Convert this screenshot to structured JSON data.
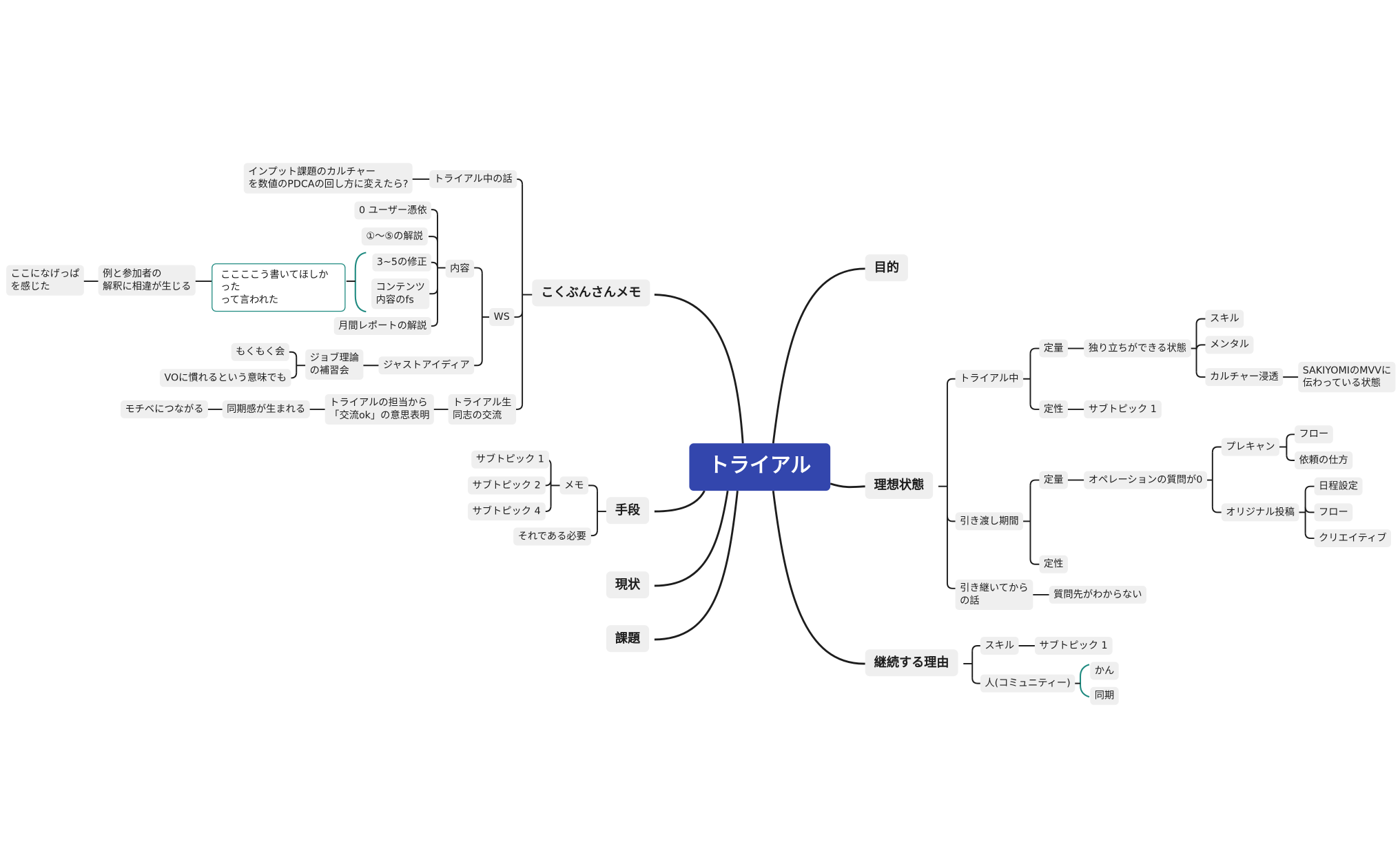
{
  "root": "トライアル",
  "left": {
    "kokubun": {
      "label": "こくぶんさんメモ",
      "trial_talk": {
        "label": "トライアル中の話",
        "child": "インプット課題のカルチャー\nを数値のPDCAの回し方に変えたら?"
      },
      "ws": {
        "label": "WS",
        "content": {
          "label": "内容",
          "items": [
            "0 ユーザー憑依",
            "①〜⑤の解説",
            "3~5の修正",
            "コンテンツ\n内容のfs",
            "月間レポートの解説"
          ],
          "boundary_note": "ここここう書いてほしかった\nって言われた",
          "note_child": "例と参加者の\n解釈に相違が生じる",
          "note_grandchild": "ここになげっぱ\nを感じた"
        },
        "just_idea": {
          "label": "ジャストアイディア",
          "child": "ジョブ理論\nの補習会",
          "grandchildren": [
            "もくもく会",
            "VOに慣れるという意味でも"
          ]
        }
      },
      "exchange": {
        "label": "トライアル生\n同志の交流",
        "child": "トライアルの担当から\n「交流ok」の意思表明",
        "grandchild": "同期感が生まれる",
        "great_grandchild": "モチベにつながる"
      }
    },
    "shudan": {
      "label": "手段",
      "memo": {
        "label": "メモ",
        "items": [
          "サブトピック 1",
          "サブトピック 2",
          "サブトピック 4"
        ]
      },
      "need": "それである必要"
    },
    "genjo": "現状",
    "kadai": "課題"
  },
  "right": {
    "mokuteki": "目的",
    "riso": {
      "label": "理想状態",
      "trial_naka": {
        "label": "トライアル中",
        "teiryo": {
          "label": "定量",
          "child": "独り立ちができる状態",
          "items": [
            "スキル",
            "メンタル",
            "カルチャー浸透"
          ],
          "culture_child": "SAKIYOMIのMVVに\n伝わっている状態"
        },
        "teisei": {
          "label": "定性",
          "child": "サブトピック 1"
        }
      },
      "hikiwatashi": {
        "label": "引き渡し期間",
        "teiryo": {
          "label": "定量",
          "child": "オペレーションの質問が0",
          "precan": {
            "label": "プレキャン",
            "items": [
              "フロー",
              "依頼の仕方"
            ]
          },
          "original": {
            "label": "オリジナル投稿",
            "items": [
              "日程設定",
              "フロー",
              "クリエイティブ"
            ]
          }
        },
        "teisei": "定性"
      },
      "after": {
        "label": "引き継いてから\nの話",
        "child": "質問先がわからない"
      }
    },
    "keizoku": {
      "label": "継続する理由",
      "skill": {
        "label": "スキル",
        "child": "サブトピック 1"
      },
      "people": {
        "label": "人(コミュニティー)",
        "items": [
          "かん",
          "同期"
        ]
      }
    }
  },
  "colors": {
    "root_bg": "#3346ad",
    "node_bg": "#efefef",
    "line": "#1d1d1d",
    "boundary": "#1f8a80"
  }
}
